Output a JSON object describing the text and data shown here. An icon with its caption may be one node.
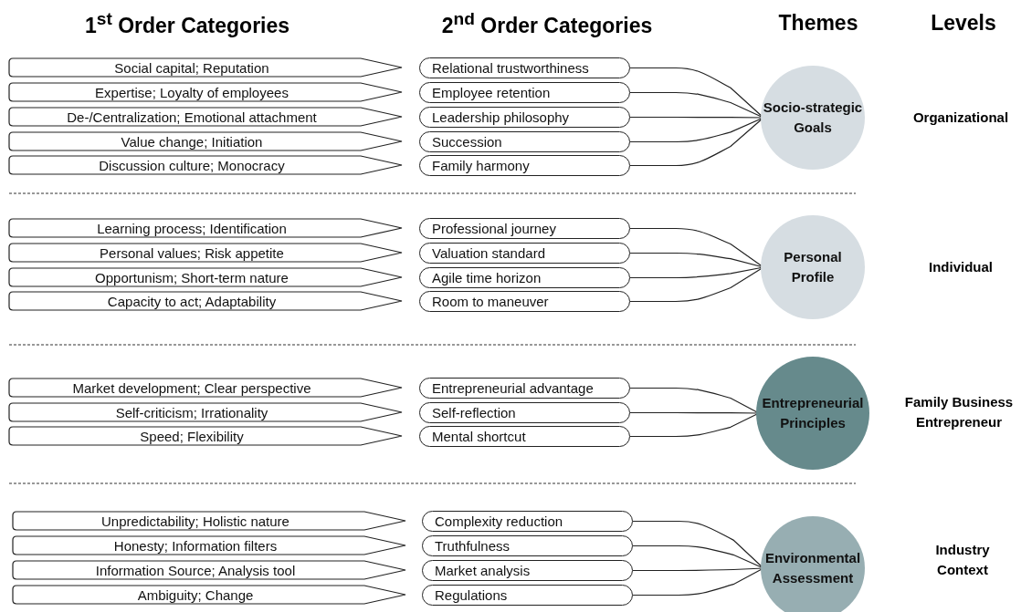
{
  "diagram": {
    "nodes": [
      {
        "text": [
          "Social capital; Reputation"
        ]
      },
      {
        "text": [
          "Expertise; Loyalty of employees"
        ]
      },
      {
        "text": [
          "De-/Centralization; Emotional attachment"
        ]
      },
      {
        "text": [
          "Value change; Initiation"
        ]
      },
      {
        "text": [
          "Discussion culture; Monocracy"
        ]
      },
      {
        "text": [
          "Relational trustworthiness"
        ]
      },
      {
        "text": [
          "Employee retention"
        ]
      },
      {
        "text": [
          "Leadership philosophy"
        ]
      },
      {
        "text": [
          "Succession"
        ]
      },
      {
        "text": [
          "Family harmony"
        ]
      },
      {
        "text": [
          "Socio-strategic Goals"
        ]
      },
      {
        "text": [
          "Learning process; Identification"
        ]
      },
      {
        "text": [
          "Personal values; Risk appetite"
        ]
      },
      {
        "text": [
          "Opportunism; Short-term nature"
        ]
      },
      {
        "text": [
          "Capacity to act; Adaptability"
        ]
      },
      {
        "text": [
          "Professional journey"
        ]
      },
      {
        "text": [
          "Valuation standard"
        ]
      },
      {
        "text": [
          "Agile time horizon"
        ]
      },
      {
        "text": [
          "Room to maneuver"
        ]
      },
      {
        "text": [
          "Personal Profile"
        ]
      },
      {
        "text": [
          "Market development; Clear perspective"
        ]
      },
      {
        "text": [
          "Self-criticism; Irrationality"
        ]
      },
      {
        "text": [
          "Speed; Flexibility"
        ]
      },
      {
        "text": [
          "Entrepreneurial advantage"
        ]
      },
      {
        "text": [
          "Self-reflection"
        ]
      },
      {
        "text": [
          "Mental shortcut"
        ]
      },
      {
        "text": [
          "Entrepreneurial Principles"
        ]
      },
      {
        "text": [
          "Unpredictability; Holistic nature"
        ]
      },
      {
        "text": [
          "Honesty; Information filters"
        ]
      },
      {
        "text": [
          "Information Source; Analysis tool"
        ]
      },
      {
        "text": [
          "Ambiguity; Change"
        ]
      },
      {
        "text": [
          "Complexity reduction"
        ]
      },
      {
        "text": [
          "Truthfulness"
        ]
      },
      {
        "text": [
          "Market analysis"
        ]
      },
      {
        "text": [
          "Regulations"
        ]
      },
      {
        "text": [
          "Environmental Assessment"
        ]
      }
    ],
    "edges": [
      {
        "from": 5,
        "to": 10,
        "arrow": "none"
      },
      {
        "from": 6,
        "to": 10,
        "arrow": "none"
      },
      {
        "from": 7,
        "to": 10,
        "arrow": "none"
      },
      {
        "from": 8,
        "to": 10,
        "arrow": "none"
      },
      {
        "from": 9,
        "to": 10,
        "arrow": "none"
      },
      {
        "from": 15,
        "to": 19,
        "arrow": "none"
      },
      {
        "from": 16,
        "to": 19,
        "arrow": "none"
      },
      {
        "from": 17,
        "to": 19,
        "arrow": "none"
      },
      {
        "from": 18,
        "to": 19,
        "arrow": "none"
      },
      {
        "from": 23,
        "to": 26,
        "arrow": "none"
      },
      {
        "from": 24,
        "to": 26,
        "arrow": "none"
      },
      {
        "from": 25,
        "to": 26,
        "arrow": "none"
      },
      {
        "from": 31,
        "to": 35,
        "arrow": "none"
      },
      {
        "from": 32,
        "to": 35,
        "arrow": "none"
      },
      {
        "from": 33,
        "to": 35,
        "arrow": "none"
      },
      {
        "from": 34,
        "to": 35,
        "arrow": "none"
      }
    ],
    "labels": [
      "1$^{st}$ Order Categories",
      "2$^{nd}$ Order Categories",
      "Themes",
      "Levels",
      "Organizational",
      "Individual",
      "Family Business Entrepreneur",
      "Industry Context"
    ]
  }
}
